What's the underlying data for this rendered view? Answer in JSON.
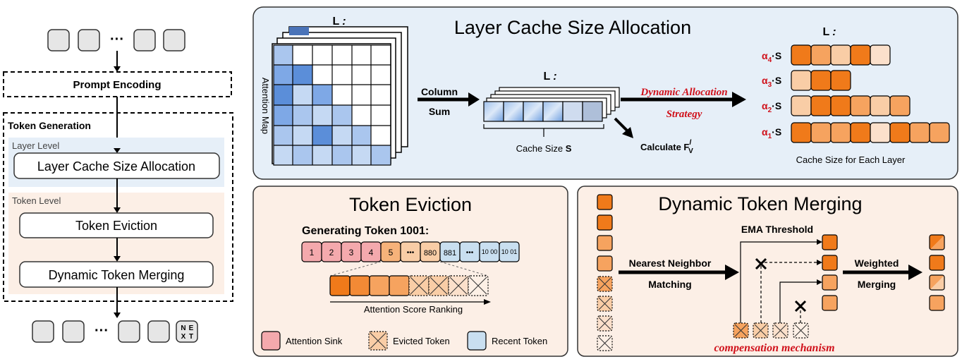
{
  "flow": {
    "prompt_encoding": "Prompt Encoding",
    "token_generation": "Token Generation",
    "layer_level": "Layer Level",
    "layer_cache_btn": "Layer Cache Size Allocation",
    "token_level": "Token Level",
    "token_eviction_btn": "Token Eviction",
    "merging_btn": "Dynamic Token Merging",
    "ellipsis": "···",
    "next_token": [
      "N",
      "E",
      "X",
      "T"
    ]
  },
  "allocation": {
    "title": "Layer Cache Size Allocation",
    "layer_label_main": "L",
    "layer_label_suffix": ":",
    "attention_map": "Attention Map",
    "column": "Column",
    "sum": "Sum",
    "cache_size_prefix": "Cache Size ",
    "cache_size_var": "S",
    "dynamic_allocation": "Dynamic Allocation",
    "strategy": "Strategy",
    "calculate": "Calculate F",
    "calc_sup": "l",
    "calc_sub": "V",
    "alpha": "α",
    "alpha_suffix": "·S",
    "alpha_indices": [
      "4",
      "3",
      "2",
      "1"
    ],
    "cache_each_layer": "Cache Size for Each Layer"
  },
  "eviction": {
    "title": "Token Eviction",
    "generating": "Generating Token 1001:",
    "tokens": [
      "1",
      "2",
      "3",
      "4",
      "5",
      "•••",
      "880",
      "881",
      "•••",
      "10 00",
      "10 01"
    ],
    "ranking": "Attention Score Ranking",
    "legend": [
      "Attention Sink",
      "Evicted Token",
      "Recent Token"
    ]
  },
  "merging": {
    "title": "Dynamic Token Merging",
    "ema": "EMA Threshold",
    "nearest": "Nearest Neighbor",
    "matching": "Matching",
    "weighted": "Weighted",
    "merging_lbl": "Merging",
    "compensation": "compensation mechanism"
  },
  "colors": {
    "orange_dark": "#f07a1a",
    "orange_mid": "#f6a35f",
    "orange_light": "#f9cda6",
    "pink": "#f4a9ad",
    "light_blue": "#c9dff0",
    "red_text": "#d0101a",
    "blue_panel": "#e6eff8",
    "peach_panel": "#fcefe6"
  }
}
